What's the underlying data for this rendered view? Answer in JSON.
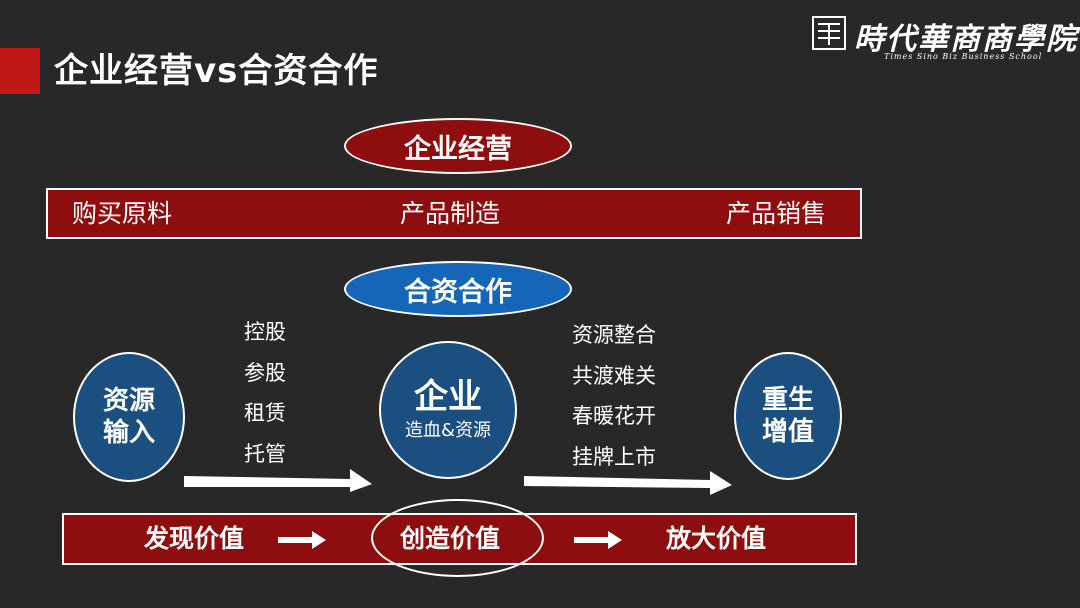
{
  "header": {
    "title": "企业经营vs合资合作",
    "logo_text": "時代華商商學院",
    "logo_subtitle": "Times Sino Biz Business School"
  },
  "section_operation": {
    "label": "企业经营",
    "steps": [
      "购买原料",
      "产品制造",
      "产品销售"
    ]
  },
  "section_cooperation": {
    "label": "合资合作",
    "left_node": {
      "line1": "资源",
      "line2": "输入"
    },
    "methods": [
      "控股",
      "参股",
      "租赁",
      "托管"
    ],
    "center_node": {
      "title": "企业",
      "subtitle": "造血&资源"
    },
    "outcomes": [
      "资源整合",
      "共渡难关",
      "春暖花开",
      "挂牌上市"
    ],
    "right_node": {
      "line1": "重生",
      "line2": "增值"
    }
  },
  "value_chain": {
    "items": [
      "发现价值",
      "创造价值",
      "放大价值"
    ],
    "arrow_glyph": "➞"
  },
  "colors": {
    "background": "#282828",
    "red": "#8e0e10",
    "accent_red": "#c01818",
    "blue_pill": "#1565b8",
    "blue_circle": "#1a4f80",
    "white": "#ffffff"
  }
}
